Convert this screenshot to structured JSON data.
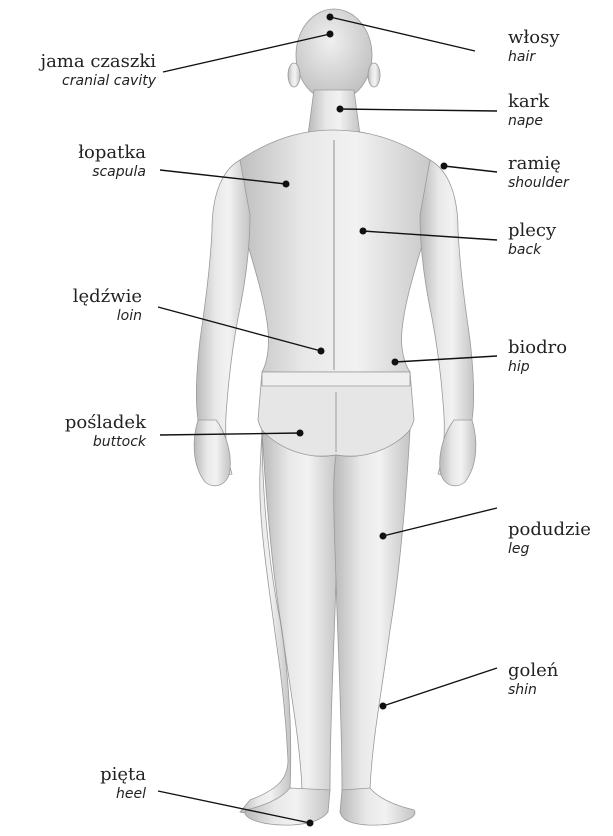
{
  "figure": {
    "labels": [
      {
        "id": "cranial-cavity",
        "pl": "jama czaszki",
        "en": "cranial cavity"
      },
      {
        "id": "scapula",
        "pl": "łopatka",
        "en": "scapula"
      },
      {
        "id": "loin",
        "pl": "lędźwie",
        "en": "loin"
      },
      {
        "id": "buttock",
        "pl": "pośladek",
        "en": "buttock"
      },
      {
        "id": "heel",
        "pl": "pięta",
        "en": "heel"
      },
      {
        "id": "hair",
        "pl": "włosy",
        "en": "hair"
      },
      {
        "id": "nape",
        "pl": "kark",
        "en": "nape"
      },
      {
        "id": "shoulder",
        "pl": "ramię",
        "en": "shoulder"
      },
      {
        "id": "back",
        "pl": "plecy",
        "en": "back"
      },
      {
        "id": "hip",
        "pl": "biodro",
        "en": "hip"
      },
      {
        "id": "leg",
        "pl": "podudzie",
        "en": "leg"
      },
      {
        "id": "shin",
        "pl": "goleń",
        "en": "shin"
      }
    ]
  }
}
